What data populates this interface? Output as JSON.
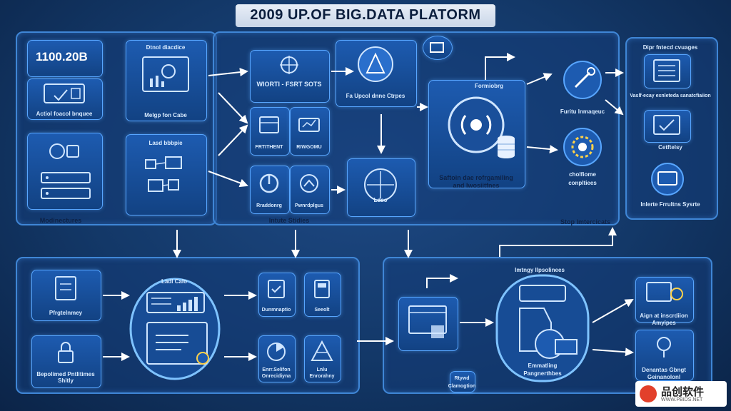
{
  "title": "2009 UP.OF BIG.DATA PLATORM",
  "top_left": {
    "value": "1100.20B",
    "caption": "Actiol foacol bnquee",
    "section_label": "Modinectures"
  },
  "data_source": {
    "header": "Dtnol diacdice",
    "caption": "Melgp fon Cabe"
  },
  "land_stripe": {
    "header": "Lasd bbbpie"
  },
  "center_top": {
    "wmo_label": "WIORTI - FSRT SOTS",
    "card2": "FRTITHENT",
    "card3": "RIWGOMU",
    "card4": "Rraddonrg",
    "card5": "Pwnrdplgus",
    "section_label": "Intute Stidies"
  },
  "center_right": {
    "card_label": "Fa Upcol dnne Ctrpes",
    "center_label": "Ldso"
  },
  "processing": {
    "header": "Formiobrg",
    "caption_line1": "Saftoin dae rofrgamiling",
    "caption_line2": "and Iwosiitfnes"
  },
  "right_middle": {
    "label1": "Furitu Inmaqeuc",
    "label2_line1": "cholfiome",
    "label2_line2": "conpltiees"
  },
  "right_column": {
    "header": "Dipr fntecd cvuages",
    "item1": "Vaslf-ecay exnleteda sanatcfiaiion",
    "item2": "Cetftelsy",
    "item3": "Inlerte Frrultns Sysrte",
    "section_label": "Stop Imtercicats"
  },
  "bottom_left": {
    "lake_label": "Ladl Calo",
    "item1": "Pfrgtelnmey",
    "item2": "Bepolimed Pntlitimes Shitly",
    "item3": "Dunmnaptio",
    "item4": "Seeolt",
    "item5": "Enrr.Selifon Onrecidiyna",
    "item6": "Lnlu Enrorahny"
  },
  "bottom_right": {
    "header": "Imtngy Ilpsolinees",
    "center_label1": "Emmatling",
    "center_label2": "Pangnerthbes",
    "right1_line1": "Aign at inscrdiion",
    "right1_line2": "Amyipes",
    "right2_line1": "Denantas Gbngt",
    "right2_line2": "Geinanolonl",
    "bottom_label1": "Rtywd",
    "bottom_label2": "Clamogtion"
  },
  "badge": {
    "text": "品创软件",
    "url": "WWW.PBIDS.NET"
  },
  "colors": {
    "panel_border": "#3f86d6",
    "card_fill": "#1d5bb0",
    "glow": "#58a6ff",
    "arrow": "#ffffff"
  }
}
